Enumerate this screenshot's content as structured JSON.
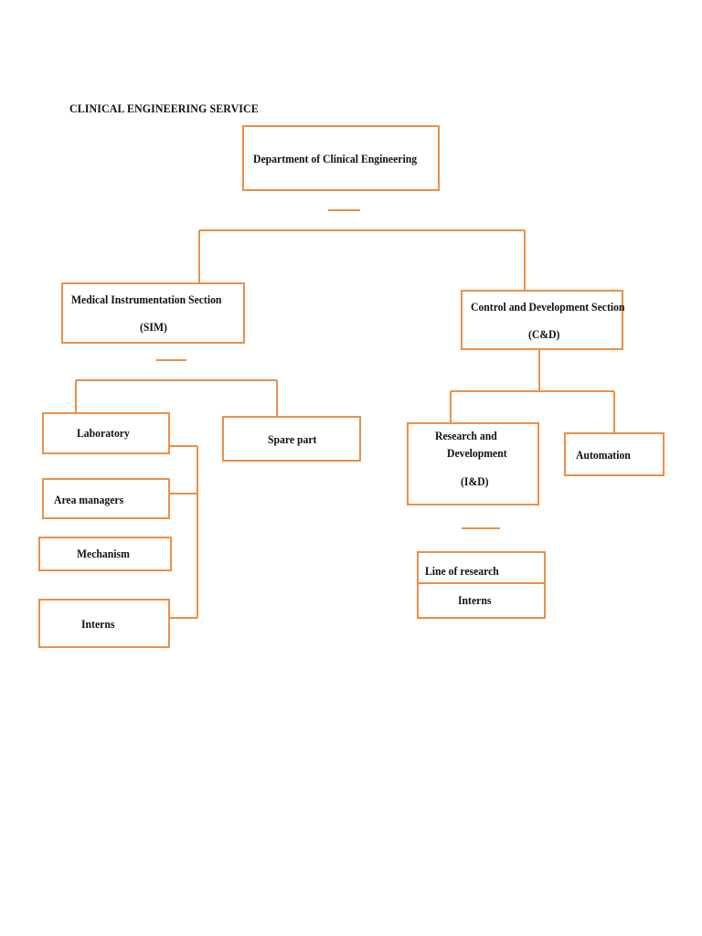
{
  "title": "CLINICAL ENGINEERING SERVICE",
  "colors": {
    "accent": "#ed8f45",
    "text": "#111111",
    "background": "#ffffff"
  },
  "nodes": {
    "dept": "Department of Clinical Engineering",
    "sim_line1": "Medical Instrumentation Section",
    "sim_line2": "(SIM)",
    "cd_line1": "Control and Development Section",
    "cd_line2": "(C&D)",
    "laboratory": "Laboratory",
    "spare_part": "Spare part",
    "area_managers": "Area managers",
    "mechanism": "Mechanism",
    "interns_sim": "Interns",
    "rd_line1": "Research and",
    "rd_line2": "Development",
    "rd_line3": "(I&D)",
    "automation": "Automation",
    "line_of_research": "Line of research",
    "interns_rd": "Interns"
  }
}
